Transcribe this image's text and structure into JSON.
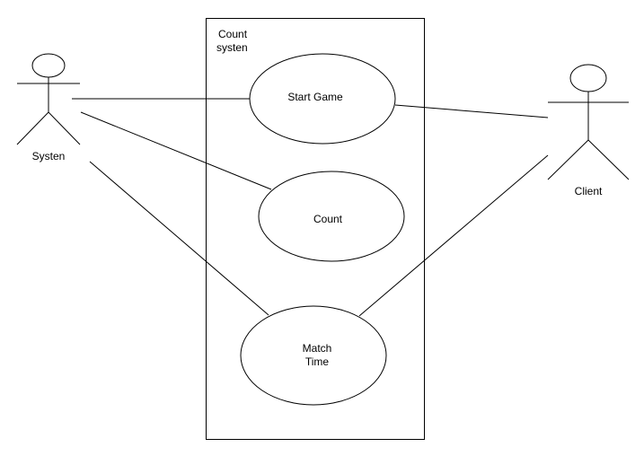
{
  "system_boundary": {
    "title_line1": "Count",
    "title_line2": "systen"
  },
  "actors": {
    "left": {
      "label": "Systen"
    },
    "right": {
      "label": "Client"
    }
  },
  "use_cases": {
    "start_game": {
      "label": "Start Game"
    },
    "count": {
      "label": "Count"
    },
    "match_time": {
      "label_line1": "Match",
      "label_line2": "Time"
    }
  },
  "colors": {
    "stroke": "#000000",
    "background": "#ffffff"
  }
}
